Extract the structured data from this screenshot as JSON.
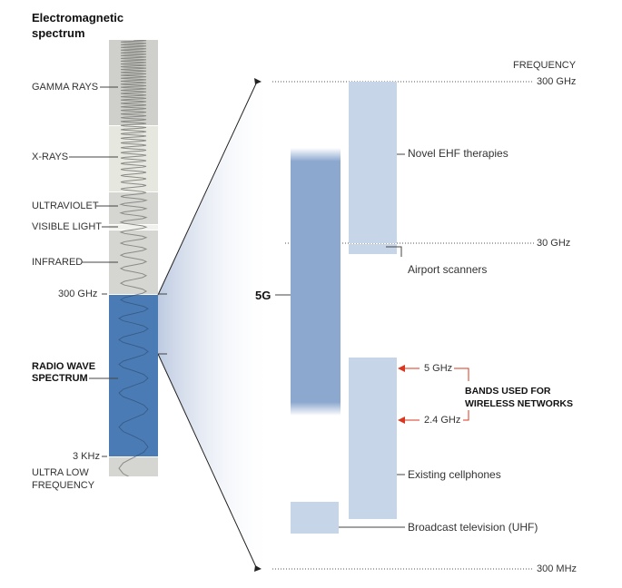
{
  "title": "Electromagnetic\nspectrum",
  "spectrum_labels": {
    "gamma": "GAMMA RAYS",
    "xrays": "X-RAYS",
    "ultraviolet": "ULTRAVIOLET",
    "visible": "VISIBLE LIGHT",
    "infrared": "INFRARED",
    "ghz300": "300 GHz",
    "radio_line1": "RADIO WAVE",
    "radio_line2": "SPECTRUM",
    "khz3": "3 KHz",
    "ulf_line1": "ULTRA LOW",
    "ulf_line2": "FREQUENCY"
  },
  "frequency_axis": {
    "header": "FREQUENCY",
    "top": "300 GHz",
    "mid": "30 GHz",
    "bottom": "300 MHz"
  },
  "bands": {
    "five_g": "5G",
    "novel_ehf": "Novel EHF therapies",
    "airport": "Airport scanners",
    "cellphones": "Existing cellphones",
    "broadcast": "Broadcast television (UHF)"
  },
  "wireless": {
    "five": "5 GHz",
    "two_four": "2.4 GHz",
    "label": "BANDS USED FOR\nWIRELESS NETWORKS"
  },
  "colors": {
    "radio_blue": "#4a7bb5",
    "band_5g": "#8ca8cf",
    "band_light": "#c7d5e8",
    "accent_red": "#d9381e",
    "gray_band": "#cfcfcc",
    "xray_band": "#e6e7df"
  }
}
